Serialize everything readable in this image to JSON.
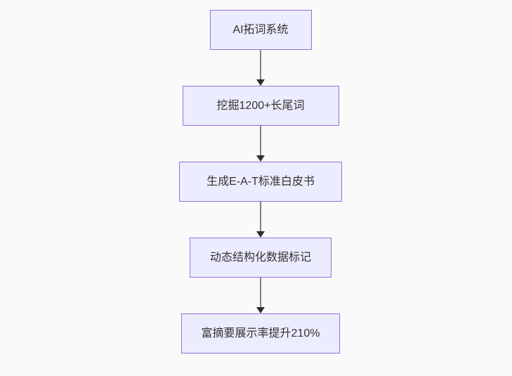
{
  "flowchart": {
    "title": "SEO AI flowchart",
    "direction": "top-down",
    "nodes": [
      {
        "id": "n1",
        "label": "AI拓词系统"
      },
      {
        "id": "n2",
        "label": "挖掘1200+长尾词"
      },
      {
        "id": "n3",
        "label": "生成E-A-T标准白皮书"
      },
      {
        "id": "n4",
        "label": "动态结构化数据标记"
      },
      {
        "id": "n5",
        "label": "富摘要展示率提升210%"
      }
    ],
    "edges": [
      {
        "from": "n1",
        "to": "n2"
      },
      {
        "from": "n2",
        "to": "n3"
      },
      {
        "from": "n3",
        "to": "n4"
      },
      {
        "from": "n4",
        "to": "n5"
      }
    ],
    "colors": {
      "node_fill": "#ececff",
      "node_border": "#9370db",
      "node_text": "#333333",
      "edge_line": "#818181",
      "edge_arrowhead": "#2e2e2e",
      "background": "#fafafa"
    }
  }
}
